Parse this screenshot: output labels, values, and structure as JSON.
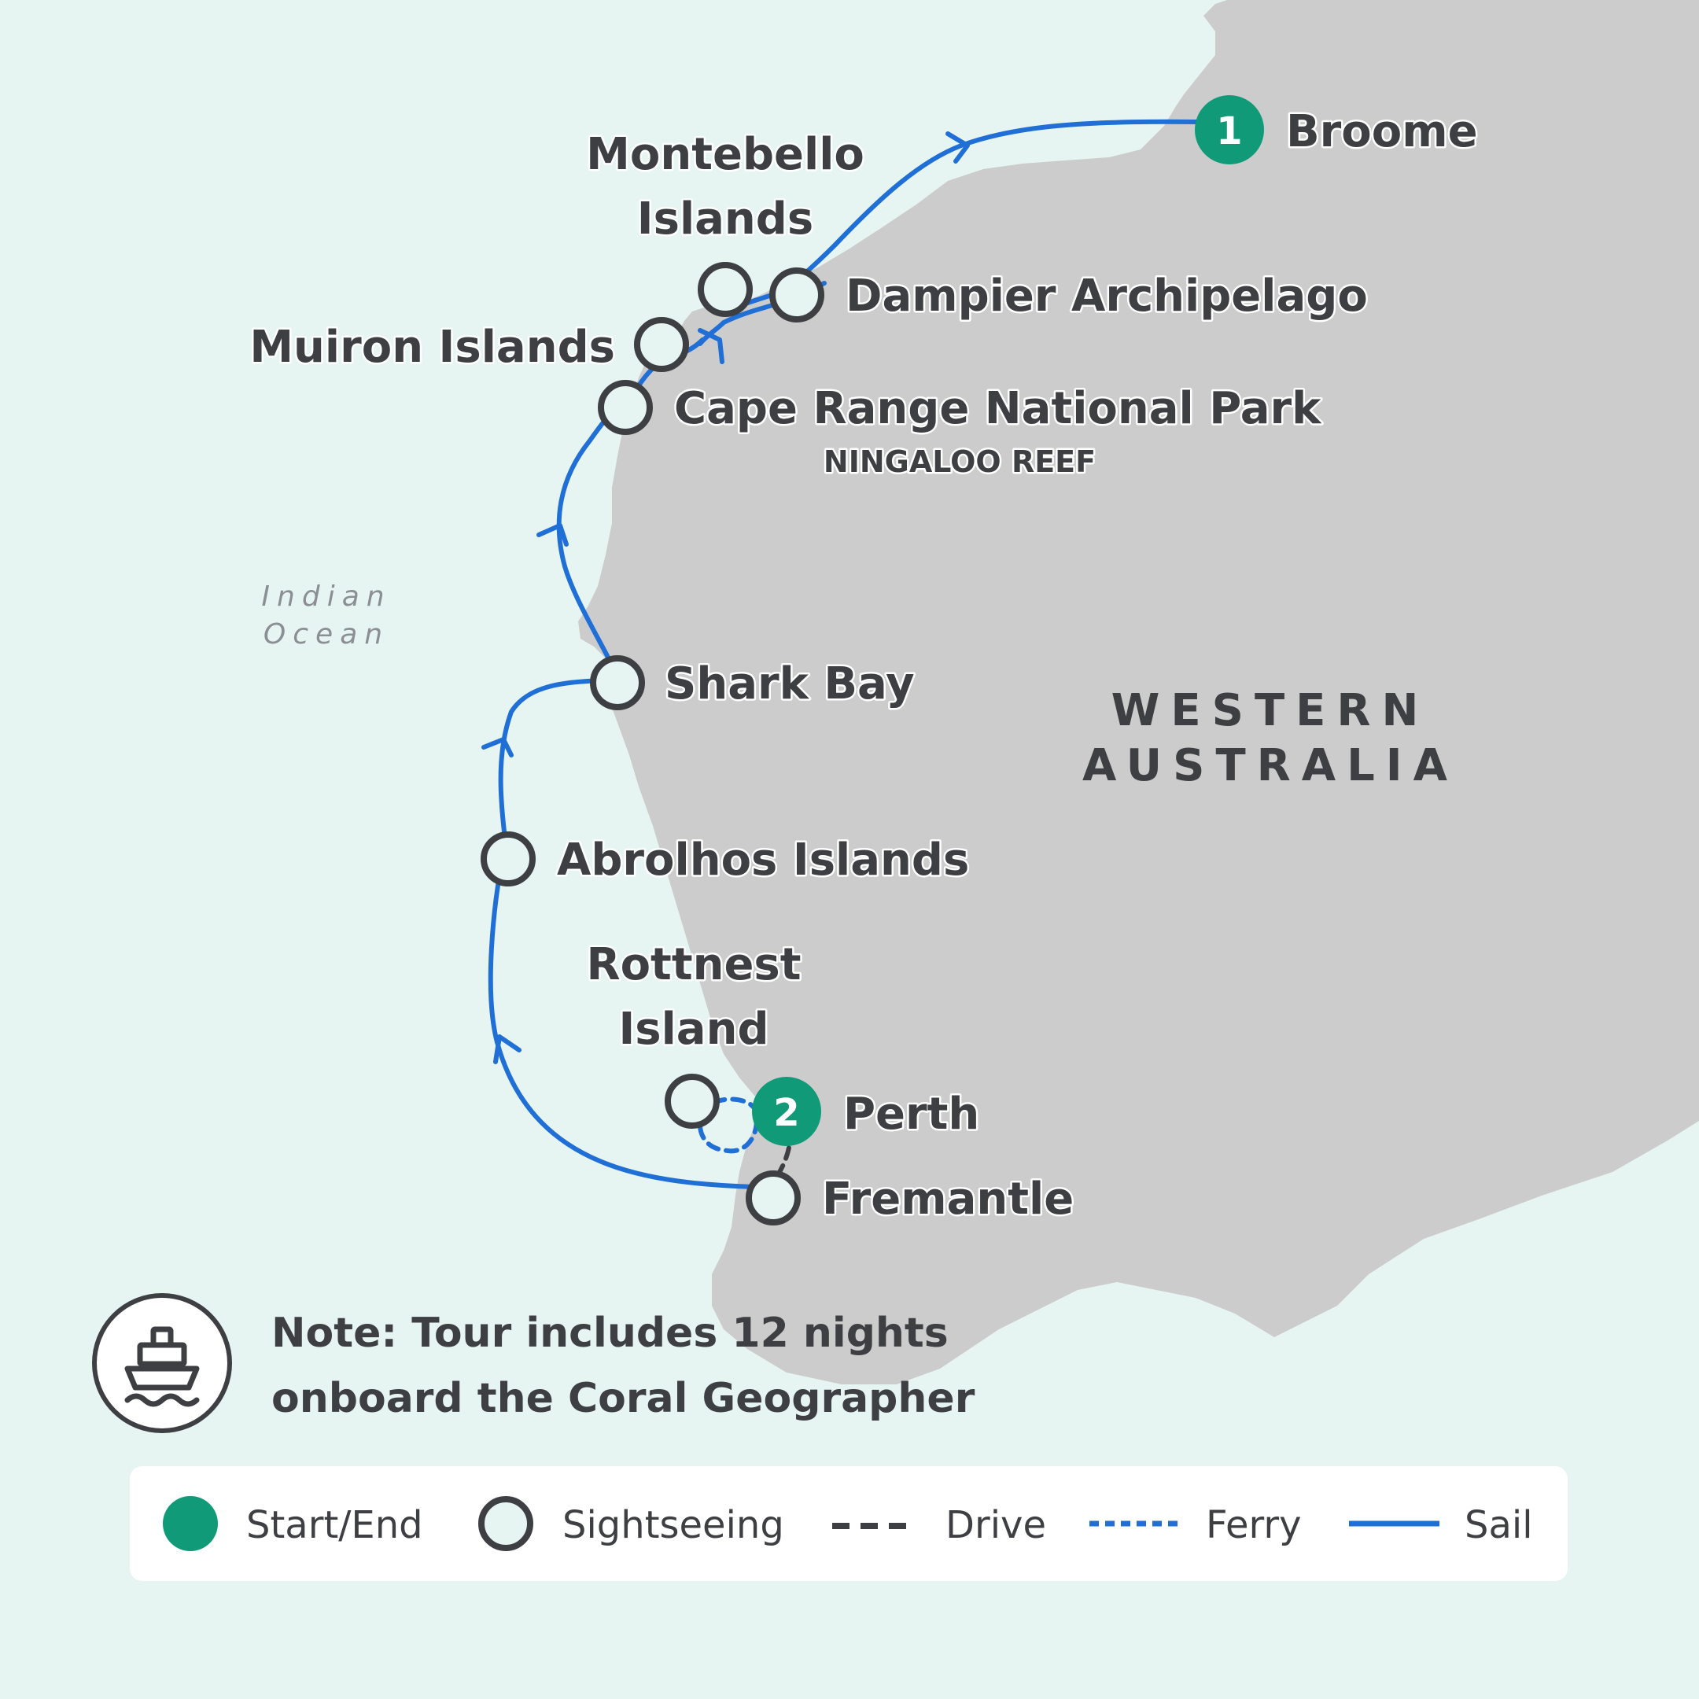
{
  "region_label": {
    "line1": "WESTERN",
    "line2": "AUSTRALIA"
  },
  "ocean_label": {
    "line1": "Indian",
    "line2": "Ocean"
  },
  "stops": {
    "broome": {
      "label": "Broome",
      "number": "1",
      "type": "start-end"
    },
    "montebello": {
      "line1": "Montebello",
      "line2": "Islands",
      "type": "sightseeing"
    },
    "dampier": {
      "label": "Dampier Archipelago",
      "type": "sightseeing"
    },
    "muiron": {
      "label": "Muiron Islands",
      "type": "sightseeing"
    },
    "cape_range": {
      "label": "Cape Range National Park",
      "sublabel": "NINGALOO REEF",
      "type": "sightseeing"
    },
    "shark_bay": {
      "label": "Shark Bay",
      "type": "sightseeing"
    },
    "abrolhos": {
      "label": "Abrolhos Islands",
      "type": "sightseeing"
    },
    "rottnest": {
      "line1": "Rottnest",
      "line2": "Island",
      "type": "sightseeing"
    },
    "perth": {
      "label": "Perth",
      "number": "2",
      "type": "start-end"
    },
    "fremantle": {
      "label": "Fremantle",
      "type": "sightseeing"
    }
  },
  "note": {
    "line1": "Note: Tour includes 12 nights",
    "line2": "onboard the Coral Geographer",
    "icon": "ship-icon"
  },
  "legend": {
    "start_end": "Start/End",
    "sightseeing": "Sightseeing",
    "drive": "Drive",
    "ferry": "Ferry",
    "sail": "Sail"
  },
  "colors": {
    "ocean": "#e6f5f2",
    "land": "#cccccc",
    "route": "#1f6fd6",
    "start_end": "#109a78",
    "text": "#3d3f42",
    "drive": "#3d3f42"
  }
}
